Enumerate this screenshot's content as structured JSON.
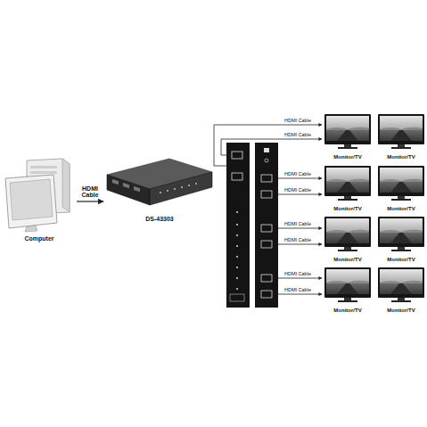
{
  "diagram": {
    "nodes": [
      {
        "text": [
          "Computer"
        ]
      },
      {
        "text": [
          "DS-43303"
        ]
      },
      {
        "text": [
          "Monitor/TV"
        ]
      },
      {
        "text": [
          "Monitor/TV"
        ]
      },
      {
        "text": [
          "Monitor/TV"
        ]
      },
      {
        "text": [
          "Monitor/TV"
        ]
      },
      {
        "text": [
          "Monitor/TV"
        ]
      },
      {
        "text": [
          "Monitor/TV"
        ]
      },
      {
        "text": [
          "Monitor/TV"
        ]
      },
      {
        "text": [
          "Monitor/TV"
        ]
      }
    ],
    "edges": [
      {
        "from": 0,
        "to": 1,
        "arrow": "to",
        "label": "HDMI Cable"
      }
    ],
    "labels": [
      "HDMI Cable",
      "HDMI Cable",
      "HDMI Cable",
      "HDMI Cable",
      "HDMI Cable",
      "HDMI Cable",
      "HDMI Cable",
      "HDMI Cable"
    ]
  }
}
